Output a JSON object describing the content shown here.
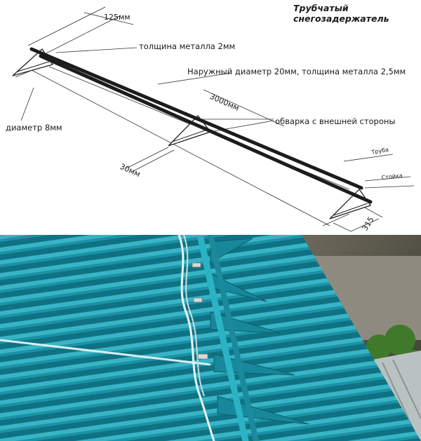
{
  "diagram": {
    "title_line1": "Трубчатый",
    "title_line2": "снегозадержатель",
    "dim_125": "125мм",
    "metal_thickness": "толщина металла 2мм",
    "outer_diameter": "Наружный диаметр 20мм, толщина металла 2,5мм",
    "length_3000": "3000мм",
    "welding": "обварка с внешней стороны",
    "diameter_8": "диаметр 8мм",
    "dim_30": "30мм",
    "tube": "Труба",
    "stand": "Стойка",
    "dim_315": "315"
  },
  "colors": {
    "roof_teal": "#1e93a6",
    "roof_dark": "#0e6f80",
    "tube_dark": "#1c1c1c"
  }
}
